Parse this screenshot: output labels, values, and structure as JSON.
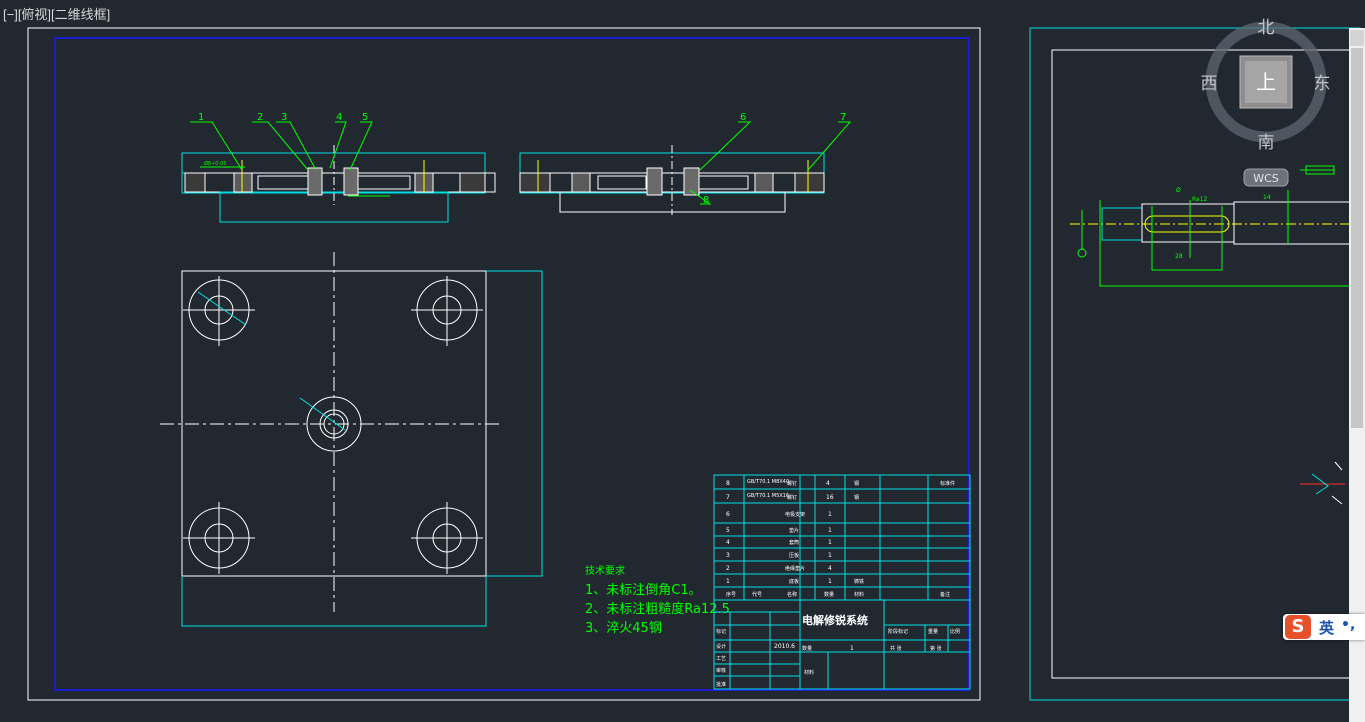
{
  "viewport_label": "[−][俯视][二维线框]",
  "viewcube": {
    "north": "北",
    "south": "南",
    "east": "东",
    "west": "西",
    "face": "上",
    "wcs": "WCS"
  },
  "title_block": {
    "system_name": "电解修锐系统",
    "scale": "1",
    "drawing_number_fragment": "2010.6",
    "rows": [
      {
        "no": "8",
        "code": "GB/T70.1 M8X40",
        "name": "螺钉",
        "qty": "4",
        "material": "钢",
        "note": "标准件"
      },
      {
        "no": "7",
        "code": "GB/T70.1 M5X16",
        "name": "螺钉",
        "qty": "16",
        "material": "钢",
        "note": ""
      },
      {
        "no": "6",
        "code": "",
        "name": "电极支架",
        "qty": "1",
        "material": "",
        "note": ""
      },
      {
        "no": "5",
        "code": "",
        "name": "垫片",
        "qty": "1",
        "material": "",
        "note": ""
      },
      {
        "no": "4",
        "code": "",
        "name": "套筒",
        "qty": "1",
        "material": "",
        "note": ""
      },
      {
        "no": "3",
        "code": "",
        "name": "压板",
        "qty": "1",
        "material": "",
        "note": ""
      },
      {
        "no": "2",
        "code": "",
        "name": "绝缘垫片",
        "qty": "4",
        "material": "",
        "note": ""
      },
      {
        "no": "1",
        "code": "",
        "name": "底板",
        "qty": "1",
        "material": "铸铁",
        "note": ""
      }
    ],
    "header": {
      "no": "序号",
      "code": "代号",
      "name": "名称",
      "qty": "数量",
      "material": "材料",
      "note": "备注"
    },
    "labels": {
      "mark": "标记",
      "design": "设计",
      "process": "工艺",
      "check": "审核",
      "approve": "批准",
      "stage": "阶段标记",
      "weight": "重量",
      "ratio": "比例",
      "sheet": "共 张",
      "sheet_of": "第 张",
      "qty_label": "数量",
      "material_label": "材料"
    }
  },
  "tech_requirements": {
    "title": "技术要求",
    "items": [
      "1、未标注倒角C1。",
      "2、未标注粗糙度Ra12.5",
      "3、淬火45钢"
    ]
  },
  "balloons": [
    "1",
    "2",
    "3",
    "4",
    "5",
    "6",
    "7",
    "8"
  ],
  "dims": {
    "left_dim": "Ø8+0.05",
    "right_dim_1": "Ra12",
    "right_dim_2": "Ø",
    "right_dim_3": "14",
    "right_dim_4": "28"
  },
  "ime": {
    "logo": "S",
    "lang": "英",
    "punct": "•,"
  }
}
